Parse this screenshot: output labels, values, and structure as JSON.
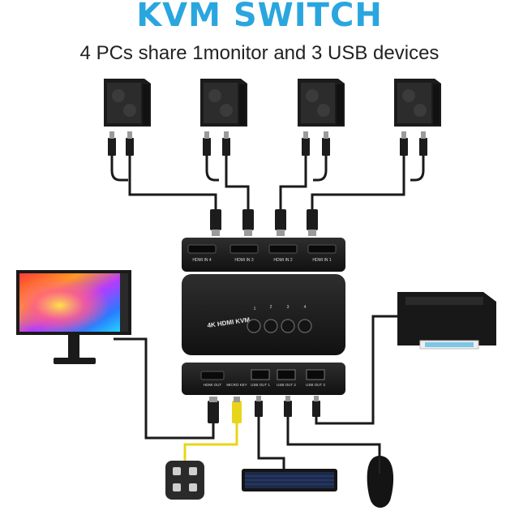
{
  "header": {
    "title": "KVM SWITCH",
    "subtitle": "4 PCs share 1monitor and 3 USB devices"
  },
  "device": {
    "brand_label": "4K HDMI KVM",
    "buttons": [
      "1",
      "2",
      "3",
      "4"
    ],
    "hdmi_inputs": [
      "HDMI IN 4",
      "HDMI IN 3",
      "HDMI IN 2",
      "HDMI IN 1"
    ],
    "rear_ports": [
      "HDMI OUT",
      "MICRO KEY",
      "USB OUT 1",
      "USB OUT 2",
      "USB OUT 3"
    ]
  },
  "colors": {
    "title": "#2aa6df",
    "cable": "#1a1a1a",
    "device_body": "#1e1e1e",
    "controller_cable": "#e8d51a"
  }
}
